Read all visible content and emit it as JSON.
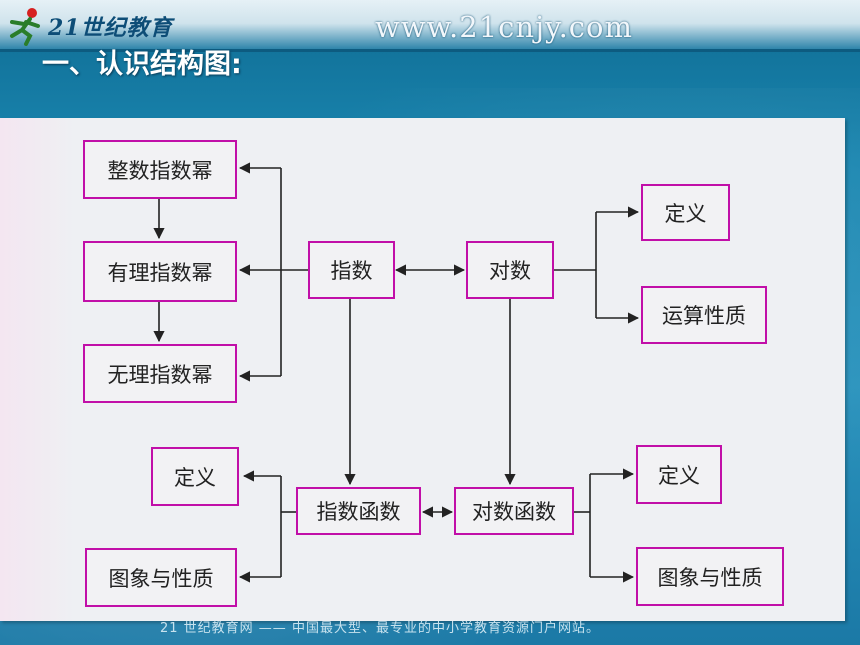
{
  "header": {
    "logo_text": "21世纪教育",
    "website": "www.21cnjy.com",
    "slide_title": "一、认识结构图:"
  },
  "footer": {
    "text": "21 世纪教育网 —— 中国最大型、最专业的中小学教育资源门户网站。"
  },
  "diagram": {
    "nodes": {
      "integer_power": "整数指数幂",
      "rational_power": "有理指数幂",
      "irrational_power": "无理指数幂",
      "exponent": "指数",
      "logarithm": "对数",
      "log_definition": "定义",
      "log_properties": "运算性质",
      "exp_func_definition": "定义",
      "exp_func_graph_properties": "图象与性质",
      "exp_function": "指数函数",
      "log_function": "对数函数",
      "log_func_definition": "定义",
      "log_func_graph_properties": "图象与性质"
    },
    "edges": [
      {
        "from": "exponent",
        "to": "integer_power"
      },
      {
        "from": "exponent",
        "to": "rational_power"
      },
      {
        "from": "exponent",
        "to": "irrational_power"
      },
      {
        "from": "integer_power",
        "to": "rational_power"
      },
      {
        "from": "rational_power",
        "to": "irrational_power"
      },
      {
        "from": "exponent",
        "to": "logarithm",
        "bidirectional": true
      },
      {
        "from": "logarithm",
        "to": "log_definition"
      },
      {
        "from": "logarithm",
        "to": "log_properties"
      },
      {
        "from": "exponent",
        "to": "exp_function"
      },
      {
        "from": "logarithm",
        "to": "log_function"
      },
      {
        "from": "exp_function",
        "to": "log_function",
        "bidirectional": true
      },
      {
        "from": "exp_function",
        "to": "exp_func_definition"
      },
      {
        "from": "exp_function",
        "to": "exp_func_graph_properties"
      },
      {
        "from": "log_function",
        "to": "log_func_definition"
      },
      {
        "from": "log_function",
        "to": "log_func_graph_properties"
      }
    ],
    "colors": {
      "box_border": "#c10fa8",
      "line": "#222222"
    }
  }
}
